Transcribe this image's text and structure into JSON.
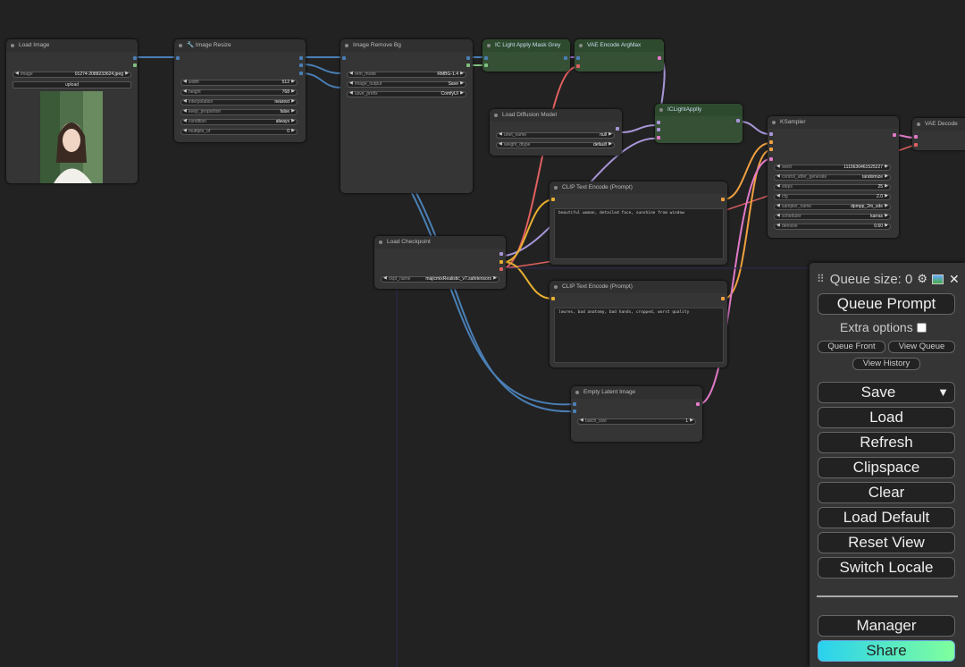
{
  "nodes": {
    "load_image": {
      "title": "Load Image",
      "image_label": "image",
      "image_value": "01274-2088233624.jpeg",
      "upload_label": "upload"
    },
    "image_resize": {
      "title": "🔧 Image Resize",
      "widgets": [
        {
          "label": "width",
          "value": "512"
        },
        {
          "label": "height",
          "value": "768"
        },
        {
          "label": "interpolation",
          "value": "nearest"
        },
        {
          "label": "keep_proportion",
          "value": "false"
        },
        {
          "label": "condition",
          "value": "always"
        },
        {
          "label": "multiple_of",
          "value": "0"
        }
      ]
    },
    "image_remove_bg": {
      "title": "Image Remove Bg",
      "widgets": [
        {
          "label": "rem_mode",
          "value": "RMBG-1.4"
        },
        {
          "label": "image_output",
          "value": "Save"
        },
        {
          "label": "save_prefix",
          "value": "ComfyUI"
        }
      ]
    },
    "ic_light_mask": {
      "title": "IC Light Apply Mask Grey"
    },
    "vae_encode_argmax": {
      "title": "VAE Encode ArgMax"
    },
    "ic_light_apply": {
      "title": "ICLightApplly"
    },
    "load_diffusion": {
      "title": "Load Diffusion Model",
      "widgets": [
        {
          "label": "unet_name",
          "value": "null"
        },
        {
          "label": "weight_dtype",
          "value": "default"
        }
      ]
    },
    "ksampler": {
      "title": "KSampler",
      "widgets": [
        {
          "label": "seed",
          "value": "1115636461525227"
        },
        {
          "label": "control_after_generate",
          "value": "randomize"
        },
        {
          "label": "steps",
          "value": "25"
        },
        {
          "label": "cfg",
          "value": "2.0"
        },
        {
          "label": "sampler_name",
          "value": "dpmpp_2m_sde"
        },
        {
          "label": "scheduler",
          "value": "karras"
        },
        {
          "label": "denoise",
          "value": "0.60"
        }
      ]
    },
    "vae_decode": {
      "title": "VAE Decode"
    },
    "clip_pos": {
      "title": "CLIP Text Encode (Prompt)",
      "text": "beautiful woman, detailed face, sunshine from window"
    },
    "clip_neg": {
      "title": "CLIP Text Encode (Prompt)",
      "text": "lowres, bad anatomy, bad hands, cropped, worst quality"
    },
    "load_checkpoint": {
      "title": "Load Checkpoint",
      "label": "ckpt_name",
      "value": "majicmixRealistic_v7.safetensors"
    },
    "empty_latent": {
      "title": "Empty Latent Image",
      "label": "batch_size",
      "value": "1"
    }
  },
  "panel": {
    "queue_size": "Queue size: 0",
    "queue_prompt": "Queue Prompt",
    "extra_options": "Extra options",
    "queue_front": "Queue Front",
    "view_queue": "View Queue",
    "view_history": "View History",
    "save": "Save",
    "load": "Load",
    "refresh": "Refresh",
    "clipspace": "Clipspace",
    "clear": "Clear",
    "load_default": "Load Default",
    "reset_view": "Reset View",
    "switch_locale": "Switch Locale",
    "manager": "Manager",
    "share": "Share"
  },
  "colors": {
    "image_wire": "#4a7fb5",
    "latent_wire": "#e07ac8",
    "clip_wire": "#e8b030",
    "model_wire": "#a896d8",
    "vae_wire": "#e06060",
    "conditioning_wire": "#f0a040"
  }
}
